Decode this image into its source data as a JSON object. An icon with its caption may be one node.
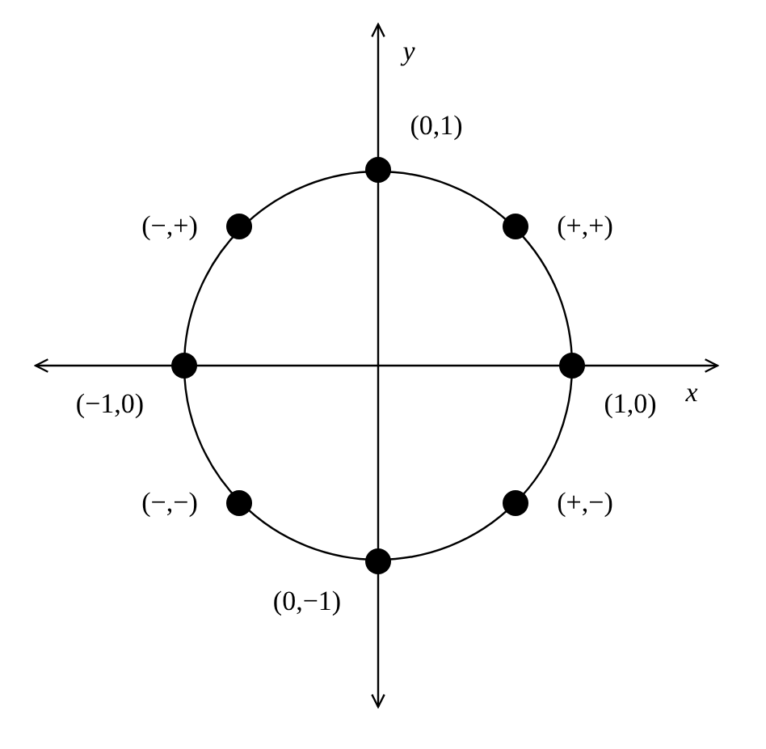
{
  "diagram": {
    "nodes": [
      {
        "text": [],
        "shape": "circle",
        "beside": [
          "(0,1)"
        ]
      },
      {
        "text": [],
        "shape": "circle",
        "beside": [
          "(−,+)"
        ]
      },
      {
        "text": [],
        "shape": "circle",
        "beside": [
          "(+,+)"
        ]
      },
      {
        "text": [],
        "shape": "circle",
        "beside": [
          "(−1,0)"
        ]
      },
      {
        "text": [],
        "shape": "circle",
        "beside": [
          "(1,0)"
        ]
      },
      {
        "text": [],
        "shape": "circle",
        "beside": [
          "(−,−)"
        ]
      },
      {
        "text": [],
        "shape": "circle",
        "beside": [
          "(+,−)"
        ]
      },
      {
        "text": [],
        "shape": "circle",
        "beside": [
          "(0,−1)"
        ]
      }
    ],
    "labels": [
      "y",
      "x"
    ]
  }
}
